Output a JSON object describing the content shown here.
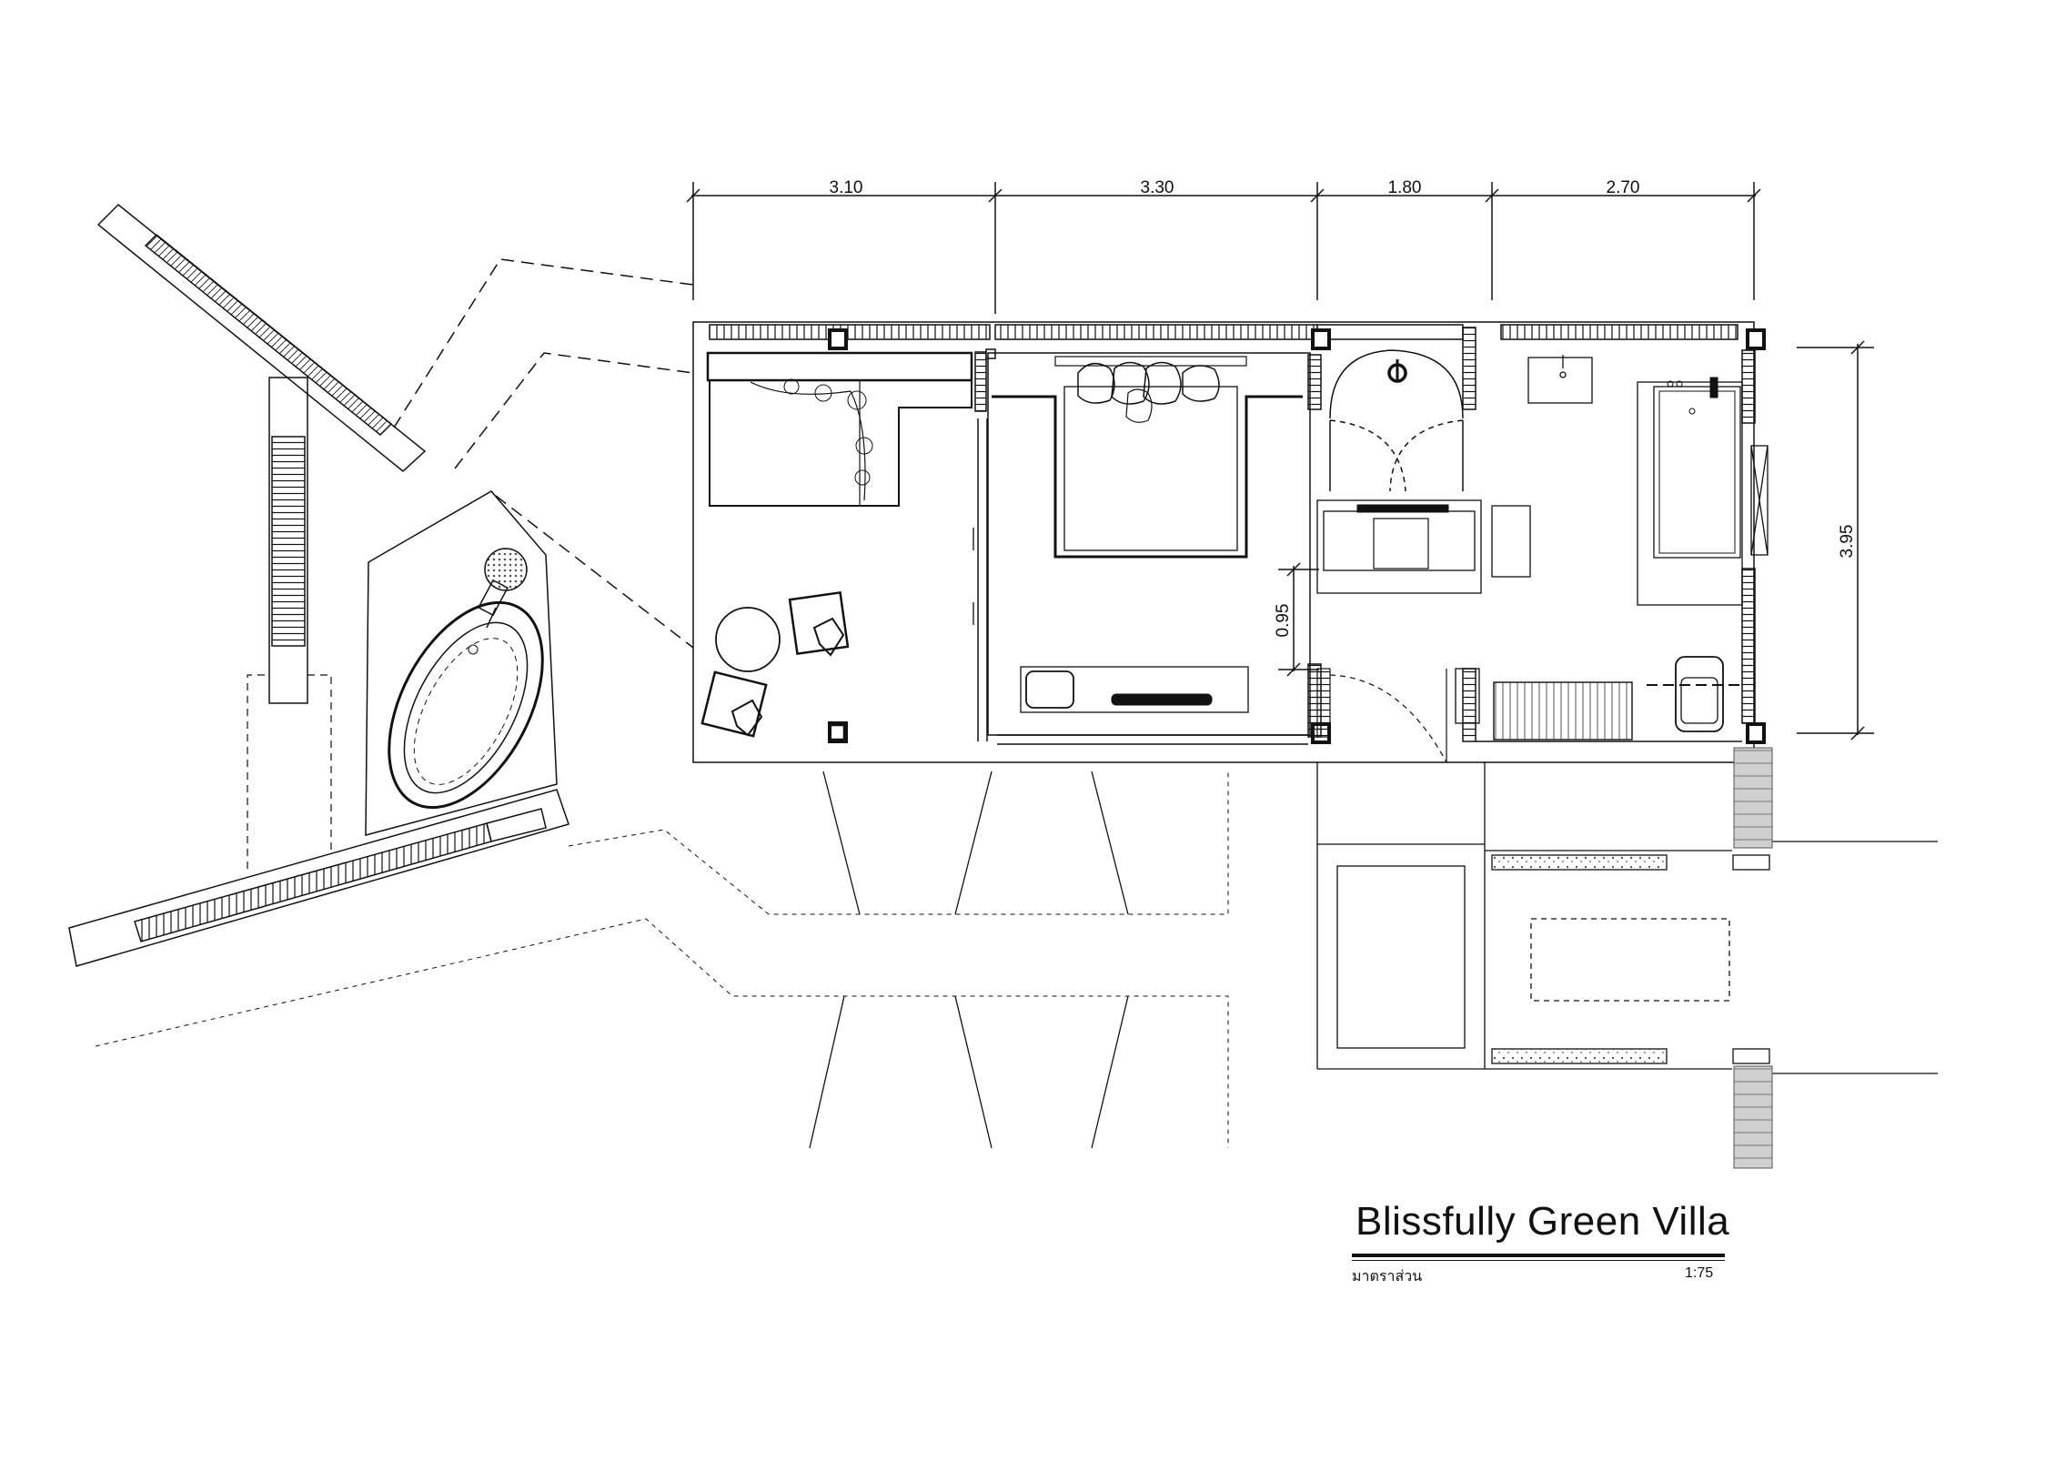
{
  "title": {
    "name": "Blissfully Green Villa",
    "scale_label": "มาตราส่วน",
    "scale_value": "1:75"
  },
  "dimensions": {
    "top": [
      "3.10",
      "3.30",
      "1.80",
      "2.70"
    ],
    "right": "3.95",
    "corridor": "0.95"
  },
  "colors": {
    "line": "#111111",
    "hatch": "#bbbbbb",
    "background": "#ffffff"
  }
}
